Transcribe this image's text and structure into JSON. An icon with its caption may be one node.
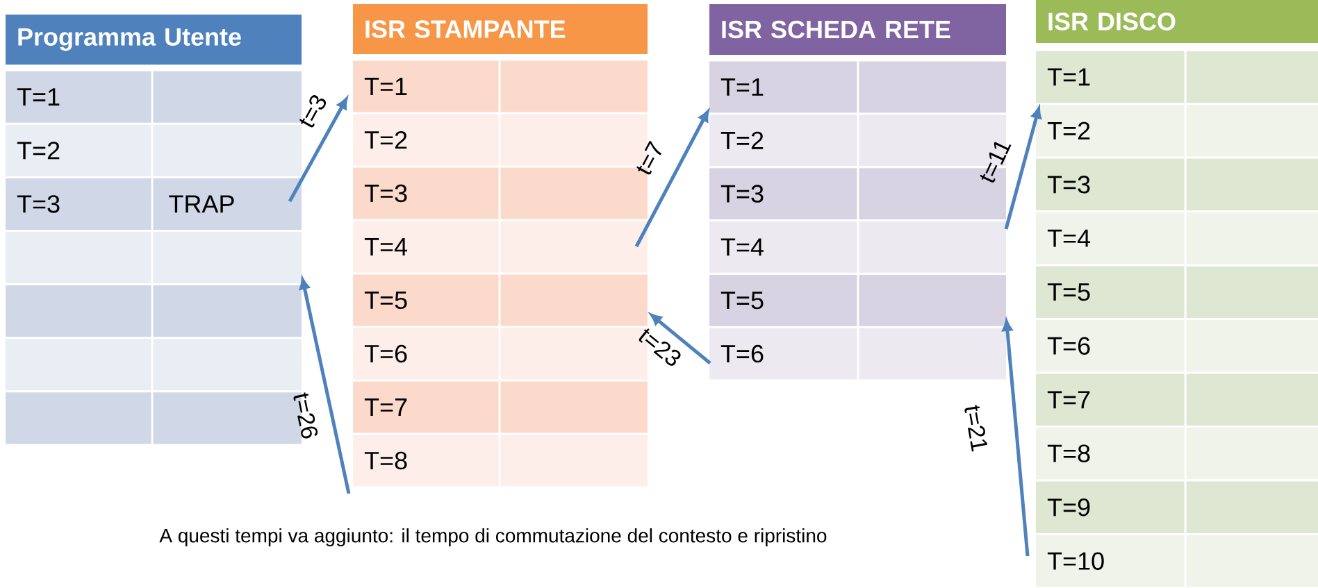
{
  "diagram": {
    "nodes": [
      {
        "text": [
          "Programma Utente"
        ]
      },
      {
        "text": [
          "T=1"
        ]
      },
      {
        "text": [],
        "shape": "box"
      },
      {
        "text": [
          "T=2"
        ]
      },
      {
        "text": [],
        "shape": "box"
      },
      {
        "text": [
          "T=3"
        ]
      },
      {
        "text": [
          "TRAP"
        ]
      },
      {
        "text": [],
        "shape": "box"
      },
      {
        "text": [],
        "shape": "box"
      },
      {
        "text": [],
        "shape": "box"
      },
      {
        "text": [],
        "shape": "box"
      },
      {
        "text": [],
        "shape": "box"
      },
      {
        "text": [],
        "shape": "box"
      },
      {
        "text": [],
        "shape": "box"
      },
      {
        "text": [],
        "shape": "box"
      },
      {
        "text": [
          "ISR STAMPANTE"
        ]
      },
      {
        "text": [
          "T=1"
        ]
      },
      {
        "text": [],
        "shape": "box"
      },
      {
        "text": [
          "T=2"
        ]
      },
      {
        "text": [],
        "shape": "box"
      },
      {
        "text": [
          "T=3"
        ]
      },
      {
        "text": [],
        "shape": "box"
      },
      {
        "text": [
          "T=4"
        ]
      },
      {
        "text": [],
        "shape": "box"
      },
      {
        "text": [
          "T=5"
        ]
      },
      {
        "text": [],
        "shape": "box"
      },
      {
        "text": [
          "T=6"
        ]
      },
      {
        "text": [],
        "shape": "box"
      },
      {
        "text": [
          "T=7"
        ]
      },
      {
        "text": [],
        "shape": "box"
      },
      {
        "text": [
          "T=8"
        ]
      },
      {
        "text": [],
        "shape": "box"
      },
      {
        "text": [
          "ISR SCHEDA RETE"
        ]
      },
      {
        "text": [
          "T=1"
        ]
      },
      {
        "text": [],
        "shape": "box"
      },
      {
        "text": [
          "T=2"
        ]
      },
      {
        "text": [],
        "shape": "box"
      },
      {
        "text": [
          "T=3"
        ]
      },
      {
        "text": [],
        "shape": "box"
      },
      {
        "text": [
          "T=4"
        ]
      },
      {
        "text": [],
        "shape": "box"
      },
      {
        "text": [
          "T=5"
        ]
      },
      {
        "text": [],
        "shape": "box"
      },
      {
        "text": [
          "T=6"
        ]
      },
      {
        "text": [],
        "shape": "box"
      },
      {
        "text": [
          "ISR DISCO"
        ]
      },
      {
        "text": [
          "T=1"
        ]
      },
      {
        "text": [],
        "shape": "box"
      },
      {
        "text": [
          "T=2"
        ]
      },
      {
        "text": [],
        "shape": "box"
      },
      {
        "text": [
          "T=3"
        ]
      },
      {
        "text": [],
        "shape": "box"
      },
      {
        "text": [
          "T=4"
        ]
      },
      {
        "text": [],
        "shape": "box"
      },
      {
        "text": [
          "T=5"
        ]
      },
      {
        "text": [],
        "shape": "box"
      },
      {
        "text": [
          "T=6"
        ]
      },
      {
        "text": [],
        "shape": "box"
      },
      {
        "text": [
          "T=7"
        ]
      },
      {
        "text": [],
        "shape": "box"
      },
      {
        "text": [
          "T=8"
        ]
      },
      {
        "text": [],
        "shape": "box"
      },
      {
        "text": [
          "T=9"
        ]
      },
      {
        "text": [],
        "shape": "box"
      },
      {
        "text": [
          "T=10"
        ]
      },
      {
        "text": [],
        "shape": "box"
      }
    ],
    "edges": [
      {
        "from": 6,
        "to": 16,
        "arrow": "to",
        "label": "t=3"
      },
      {
        "from": 23,
        "to": 33,
        "arrow": "to",
        "label": "t=7"
      },
      {
        "from": 40,
        "to": 46,
        "arrow": "to",
        "label": "t=11"
      },
      {
        "from": 43,
        "to": 25,
        "arrow": "to",
        "label": "t=23"
      },
      {
        "from": 64,
        "to": 42,
        "arrow": "to",
        "label": "t=21"
      },
      {
        "from": 30,
        "to": 8,
        "arrow": "to",
        "label": "t=26"
      }
    ],
    "labels": [
      "A questi tempi va aggiunto: il tempo di commutazione del contesto e ripristino"
    ]
  }
}
